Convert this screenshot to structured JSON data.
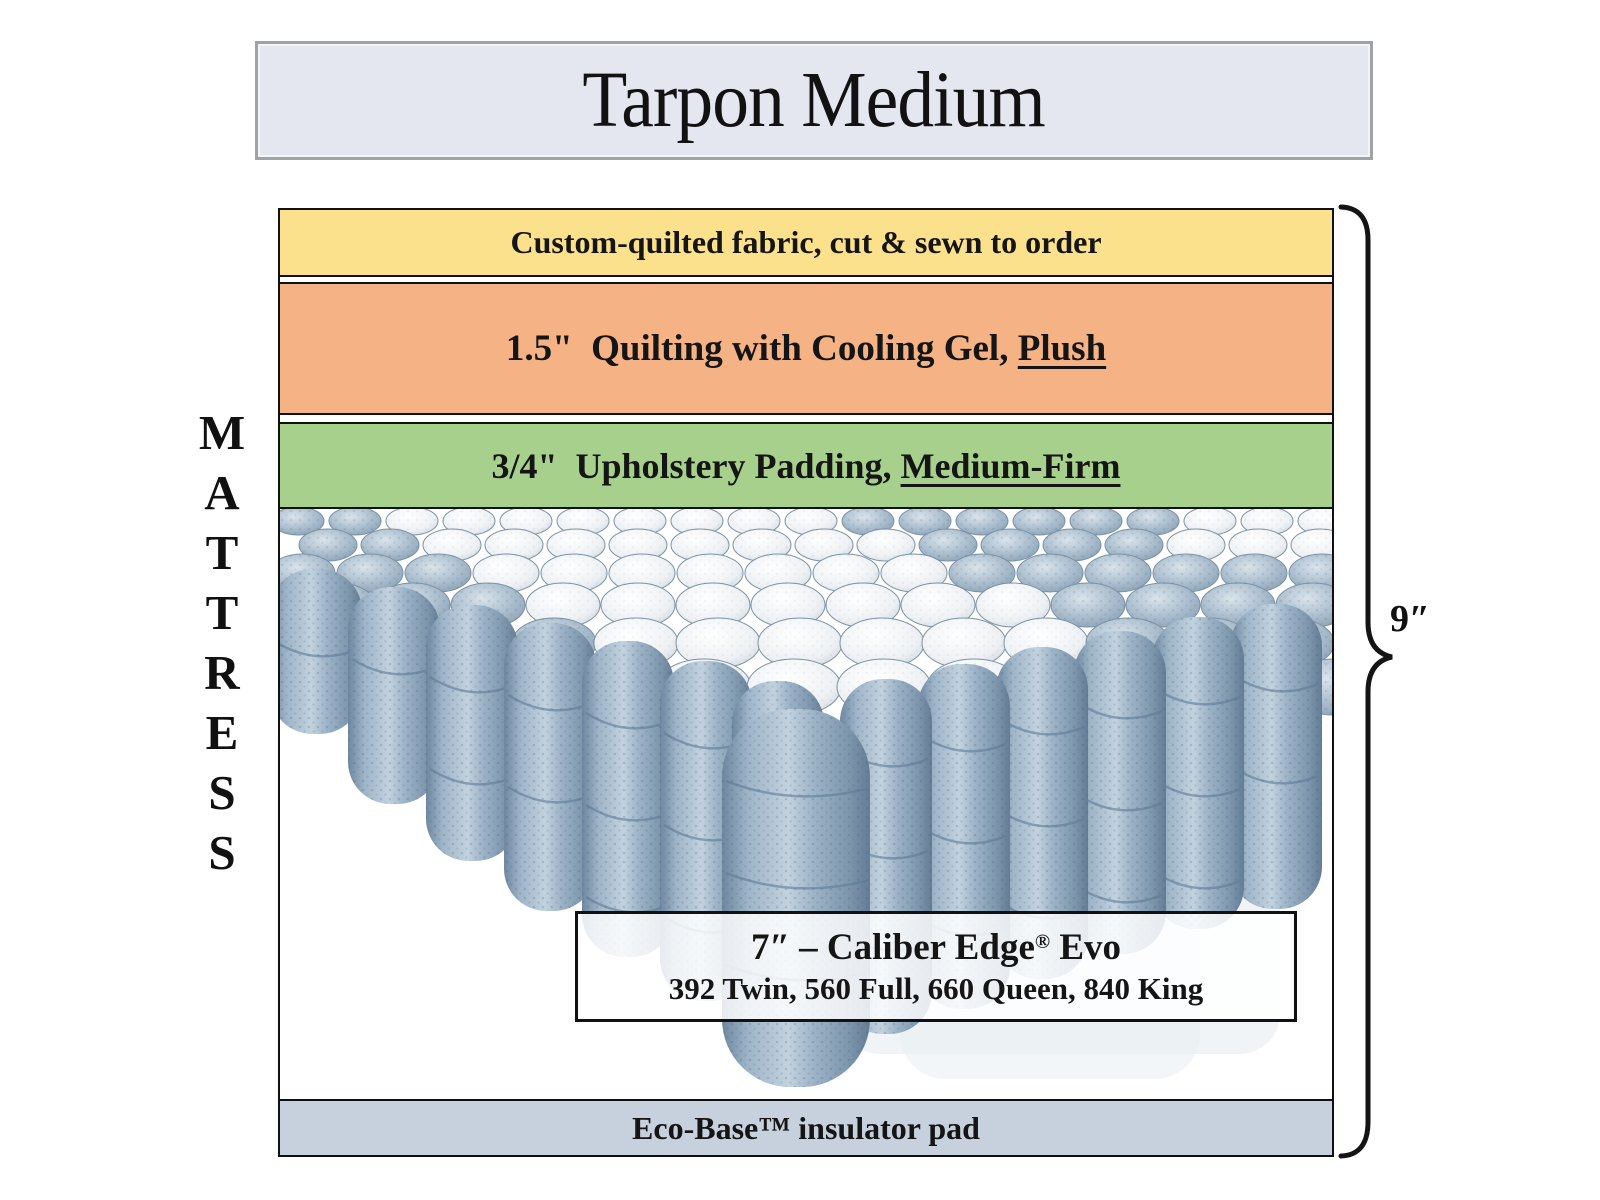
{
  "title": "Tarpon Medium",
  "side_label": {
    "word": "MATTRESS",
    "letters": [
      "M",
      "A",
      "T",
      "T",
      "R",
      "E",
      "S",
      "S"
    ]
  },
  "dimension_label": "9″",
  "layers": {
    "fabric": {
      "text": "Custom-quilted fabric, cut & sewn to order",
      "color": "#FCE18C"
    },
    "quilting": {
      "prefix": "1.5\"  Quilting with Cooling Gel, ",
      "emphasis": "Plush",
      "color": "#F5B285"
    },
    "padding": {
      "prefix": "3/4\"  Upholstery Padding, ",
      "emphasis": "Medium-Firm",
      "color": "#A8D08D"
    },
    "coil_unit": {
      "name_prefix": "7″ – Caliber Edge",
      "registered_mark": "®",
      "name_suffix": " Evo",
      "coil_counts": "392 Twin, 560 Full, 660 Queen, 840 King"
    },
    "base": {
      "text": "Eco-Base™ insulator pad",
      "color": "#C7D1DE"
    }
  },
  "colors": {
    "title_bg": "#E4E7EF",
    "border": "#101010",
    "coil_blue": "#8BA4BA",
    "coil_white": "#F2F4F6"
  }
}
